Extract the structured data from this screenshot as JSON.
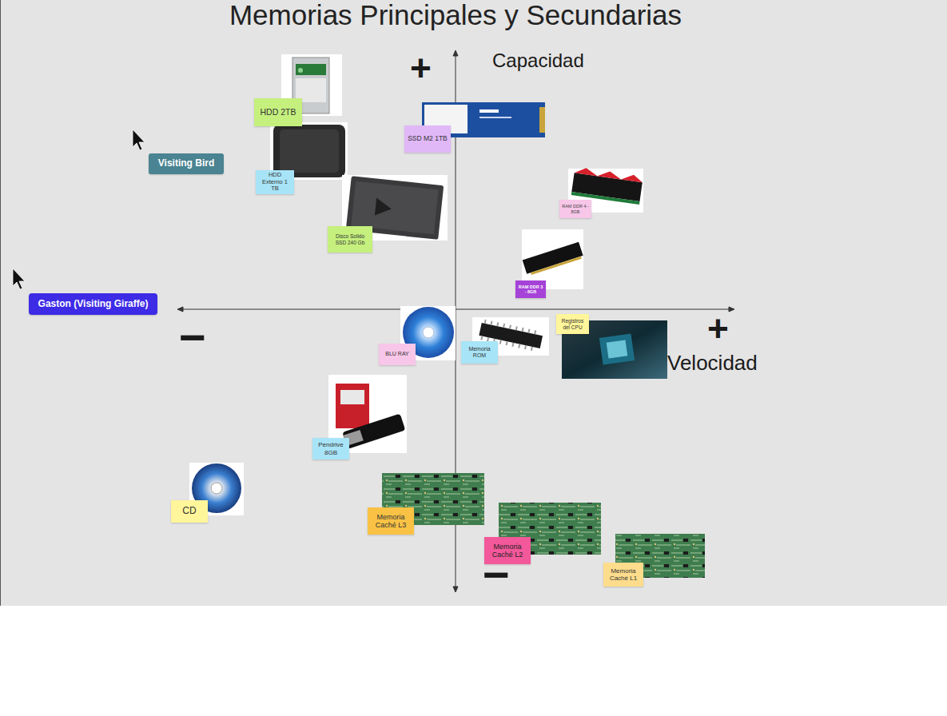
{
  "diagram": {
    "title": "Memorias Principales y Secundarias",
    "nodes": [
      {
        "text": [
          "HDD 2TB"
        ]
      },
      {
        "text": [
          "SSD M2 1TB"
        ]
      },
      {
        "text": [
          "Visiting Bird"
        ]
      },
      {
        "text": [
          "HDD Externo 1 TB"
        ]
      },
      {
        "text": [
          "RAM DDR 4 - 8GB"
        ]
      },
      {
        "text": [
          "Disco Solido SSD 240 Gb"
        ]
      },
      {
        "text": [
          "RAM DDR 3 - 8GB"
        ]
      },
      {
        "text": [
          "Gaston (Visiting Giraffe)"
        ]
      },
      {
        "text": [
          "Registros del CPU"
        ]
      },
      {
        "text": [
          "Memoria ROM"
        ]
      },
      {
        "text": [
          "BLU RAY"
        ]
      },
      {
        "text": [
          "Pendrive 8GB"
        ]
      },
      {
        "text": [
          "CD"
        ]
      },
      {
        "text": [
          "Memoria Caché L3"
        ]
      },
      {
        "text": [
          "Memoria Caché L2"
        ]
      },
      {
        "text": [
          "Memoria Caché L1"
        ]
      }
    ],
    "labels": [
      "Capacidad",
      "Velocidad",
      "+",
      "+",
      "−",
      "−"
    ]
  }
}
